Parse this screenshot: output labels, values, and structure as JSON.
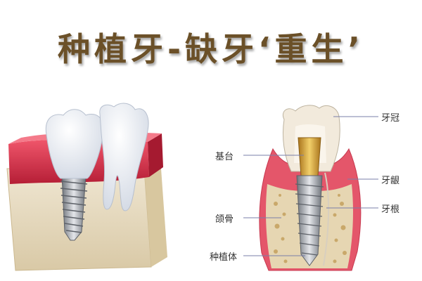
{
  "title": "种植牙-缺牙‘重生’",
  "labels": {
    "crown": "牙冠",
    "abutment": "基台",
    "gum": "牙龈",
    "bone": "颌骨",
    "root": "牙根",
    "implant": "种植体"
  },
  "colors": {
    "title": "#6b5028",
    "gum": "#d9344c",
    "bone": "#e8dcc2",
    "abutment": "#d4a33a",
    "implant_metal": "#a9adb3",
    "leader_line": "#7a7fa8"
  }
}
